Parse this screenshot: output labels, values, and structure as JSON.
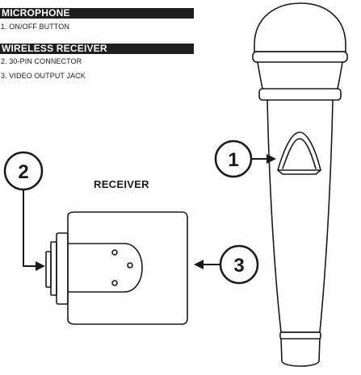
{
  "legend": {
    "microphone": {
      "heading": "MICROPHONE",
      "items": [
        "1. ON/OFF BUTTON"
      ]
    },
    "wireless_receiver": {
      "heading": "WIRELESS RECEIVER",
      "items": [
        "2. 30-PIN CONNECTOR",
        "3. VIDEO OUTPUT JACK"
      ]
    }
  },
  "receiver": {
    "title": "RECEIVER"
  },
  "callouts": [
    {
      "number": "1",
      "target": "on/off button"
    },
    {
      "number": "2",
      "target": "30-pin connector"
    },
    {
      "number": "3",
      "target": "video output jack"
    }
  ],
  "colors": {
    "heading_bg": "#1e1e1e",
    "heading_text": "#ffffff",
    "line": "#1a1a1a"
  }
}
